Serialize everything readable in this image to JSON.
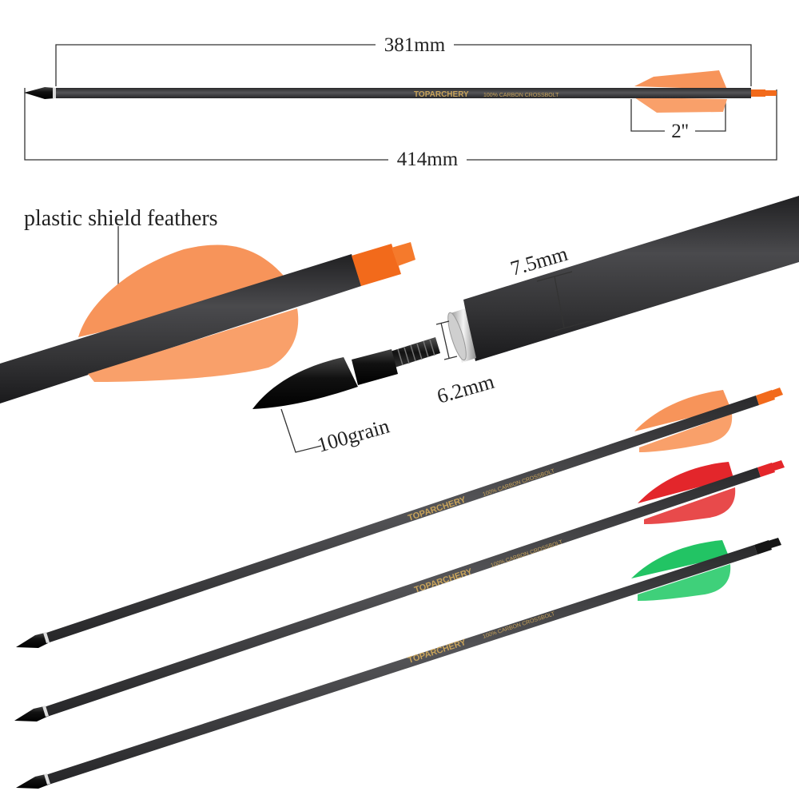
{
  "dimensions": {
    "nock_to_insert": "381mm",
    "overall_length": "414mm",
    "vane_length": "2''",
    "shaft_diameter": "7.5mm",
    "insert_diameter": "6.2mm",
    "point_weight": "100grain"
  },
  "callouts": {
    "feathers": "plastic shield feathers"
  },
  "brand": {
    "name": "TOPARCHERY",
    "tagline": "100% CARBON CROSSBOLT"
  },
  "colors": {
    "shaft": "#3b3b3d",
    "vane_orange": "#f7945a",
    "nock_orange": "#f26a1b",
    "vane_red": "#e3262b",
    "nock_red": "#e4262a",
    "vane_green": "#22c464",
    "nock_black": "#151515",
    "brand_gold": "#c8a35a"
  }
}
